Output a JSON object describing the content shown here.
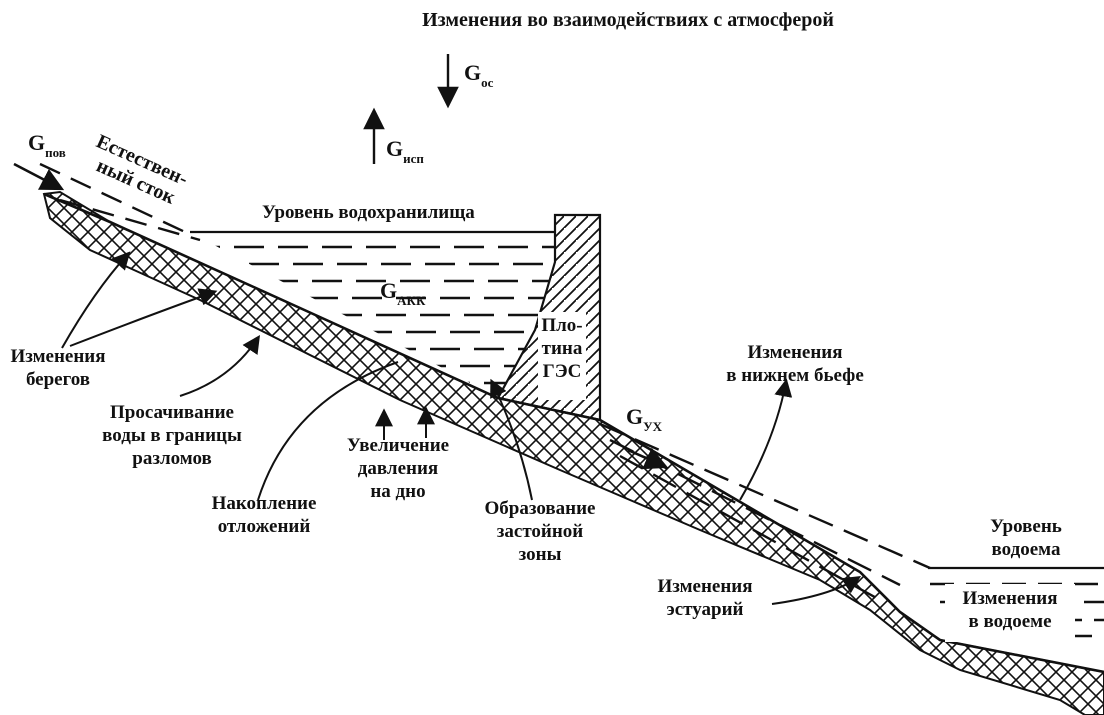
{
  "title": "Изменения во взаимодействиях с атмосферой",
  "flows": {
    "g_os": {
      "base": "G",
      "sub": "ос"
    },
    "g_isp": {
      "base": "G",
      "sub": "исп"
    },
    "g_pov": {
      "base": "G",
      "sub": "пов"
    },
    "g_akk": {
      "base": "G",
      "sub": "АКК"
    },
    "g_ukh": {
      "base": "G",
      "sub": "УХ"
    }
  },
  "labels": {
    "natural_runoff": [
      "Естествен-",
      "ный сток"
    ],
    "reservoir_level": "Уровень водохранилища",
    "dam": [
      "Пло-",
      "тина",
      "ГЭС"
    ],
    "lower_pool_changes": [
      "Изменения",
      "в нижнем бьефе"
    ],
    "bank_changes": [
      "Изменения",
      "берегов"
    ],
    "seepage": [
      "Просачивание",
      "воды в границы",
      "разломов"
    ],
    "sediment": [
      "Накопление",
      "отложений"
    ],
    "pressure": [
      "Увеличение",
      "давления",
      "на дно"
    ],
    "stagnant": [
      "Образование",
      "застойной",
      "зоны"
    ],
    "estuary": [
      "Изменения",
      "эстуарий"
    ],
    "waterbody_level": [
      "Уровень",
      "водоема"
    ],
    "waterbody_changes": [
      "Изменения",
      "в водоеме"
    ]
  }
}
